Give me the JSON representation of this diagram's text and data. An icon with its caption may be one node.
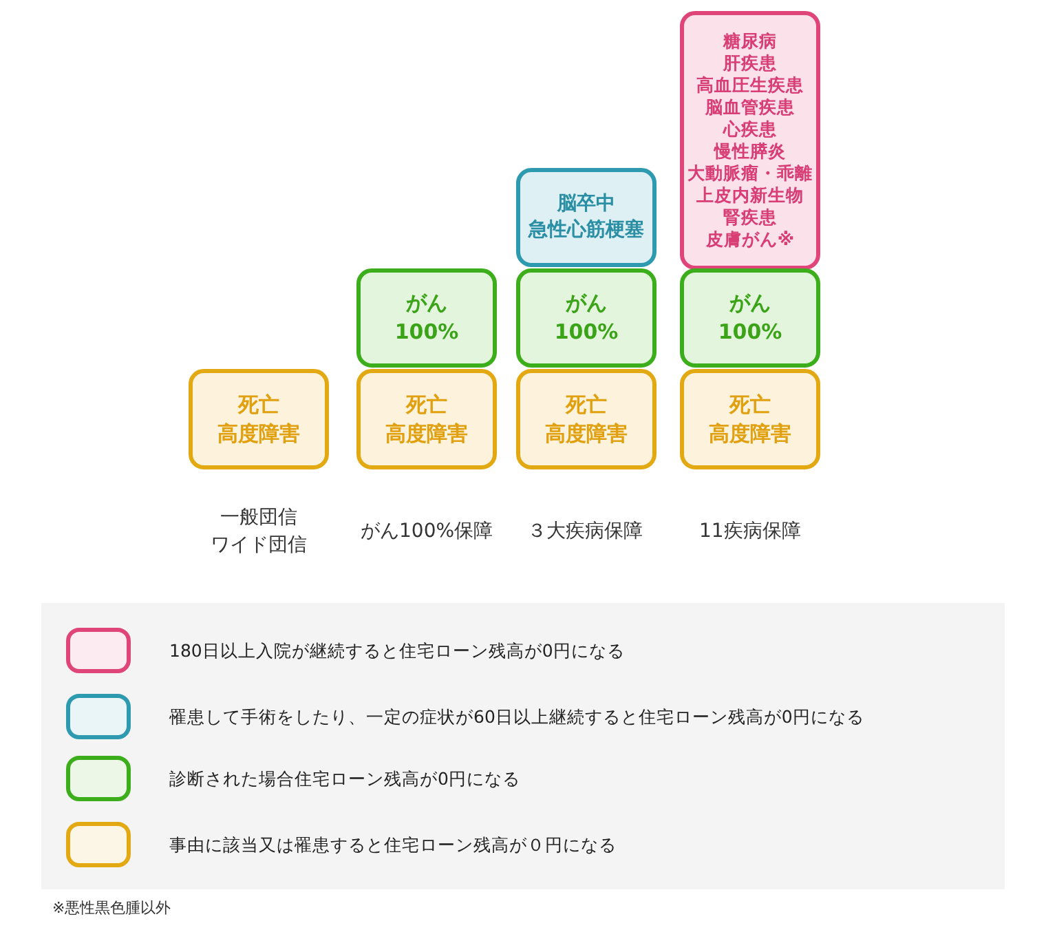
{
  "diagram": {
    "nodes": [
      {
        "text": [
          "糖尿病",
          "肝疾患",
          "高血圧生疾患",
          "脳血管疾患",
          "心疾患",
          "慢性膵炎",
          "大動脈瘤・乖離",
          "上皮内新生物",
          "腎疾患",
          "皮膚がん※"
        ]
      },
      {
        "text": [
          "脳卒中",
          "急性心筋梗塞"
        ]
      },
      {
        "text": [
          "がん",
          "100%"
        ]
      },
      {
        "text": [
          "がん",
          "100%"
        ]
      },
      {
        "text": [
          "がん",
          "100%"
        ]
      },
      {
        "text": [
          "死亡",
          "高度障害"
        ]
      },
      {
        "text": [
          "死亡",
          "高度障害"
        ]
      },
      {
        "text": [
          "死亡",
          "高度障害"
        ]
      },
      {
        "text": [
          "死亡",
          "高度障害"
        ]
      }
    ],
    "labels": [
      "一般団信",
      "ワイド団信",
      "がん100%保障",
      "３大疾病保障",
      "11疾病保障",
      "※悪性黒色腫以外"
    ],
    "legend": [
      {
        "text": "180日以上入院が継続すると住宅ローン残高が0円になる",
        "color": "#e0457a"
      },
      {
        "text": "罹患して手術をしたり、一定の症状が60日以上継続すると住宅ローン残高が0円になる",
        "color": "#2e9ab0"
      },
      {
        "text": "診断された場合住宅ローン残高が0円になる",
        "color": "#3cae1c"
      },
      {
        "text": "事由に該当又は罹患すると住宅ローン残高が０円になる",
        "color": "#e3a913"
      }
    ]
  }
}
